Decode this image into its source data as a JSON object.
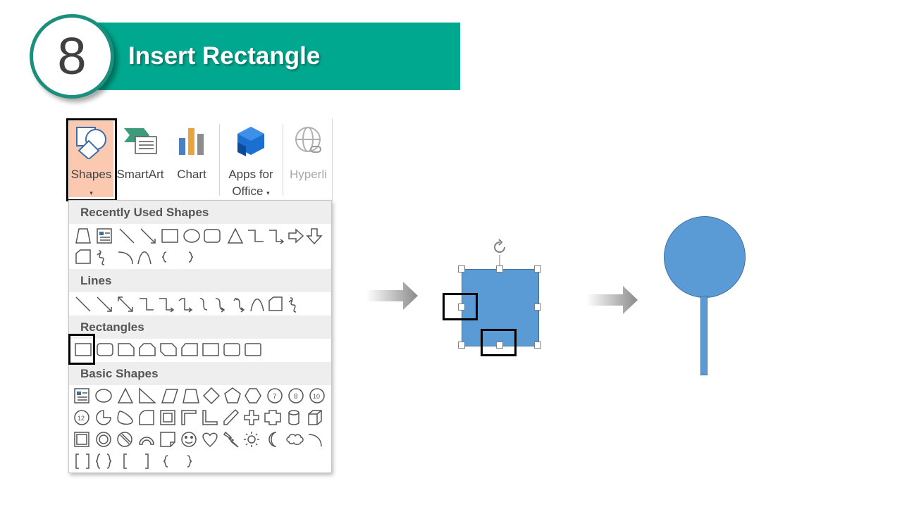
{
  "slide": {
    "step_number": "8",
    "title": "Insert Rectangle",
    "accent_color": "#00a88f",
    "shape_fill_color": "#5b9bd5"
  },
  "ribbon": {
    "shapes_label": "Shapes",
    "smartart_label": "SmartArt",
    "chart_label": "Chart",
    "apps_label_line1": "Apps for",
    "apps_label_line2": "Office",
    "hyperlink_label": "Hyperli",
    "dropdown_caret": "▾"
  },
  "gallery": {
    "sections": [
      {
        "title": "Recently Used Shapes"
      },
      {
        "title": "Lines"
      },
      {
        "title": "Rectangles"
      },
      {
        "title": "Basic Shapes"
      }
    ]
  }
}
